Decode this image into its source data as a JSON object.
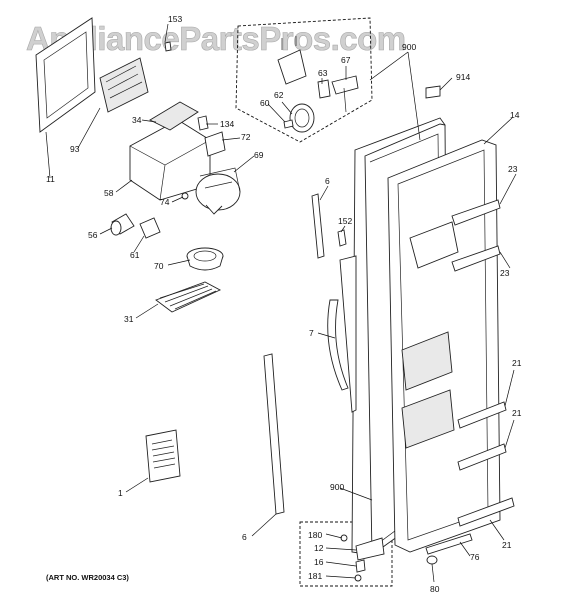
{
  "watermark": "AppliancePartsPros.com",
  "art_number": "(ART NO. WR20034 C3)",
  "callouts": {
    "c153": "153",
    "c900a": "900",
    "c914": "914",
    "c67": "67",
    "c63": "63",
    "c62": "62",
    "c60": "60",
    "c14": "14",
    "c11": "11",
    "c93": "93",
    "c34": "34",
    "c134": "134",
    "c72": "72",
    "c69": "69",
    "c58": "58",
    "c74": "74",
    "c56": "56",
    "c61": "61",
    "c70": "70",
    "c31": "31",
    "c6a": "6",
    "c152": "152",
    "c23a": "23",
    "c23b": "23",
    "c7": "7",
    "c21a": "21",
    "c21b": "21",
    "c1": "1",
    "c900b": "900",
    "c180": "180",
    "c12": "12",
    "c16": "16",
    "c181": "181",
    "c6b": "6",
    "c76": "76",
    "c21c": "21",
    "c80": "80"
  }
}
